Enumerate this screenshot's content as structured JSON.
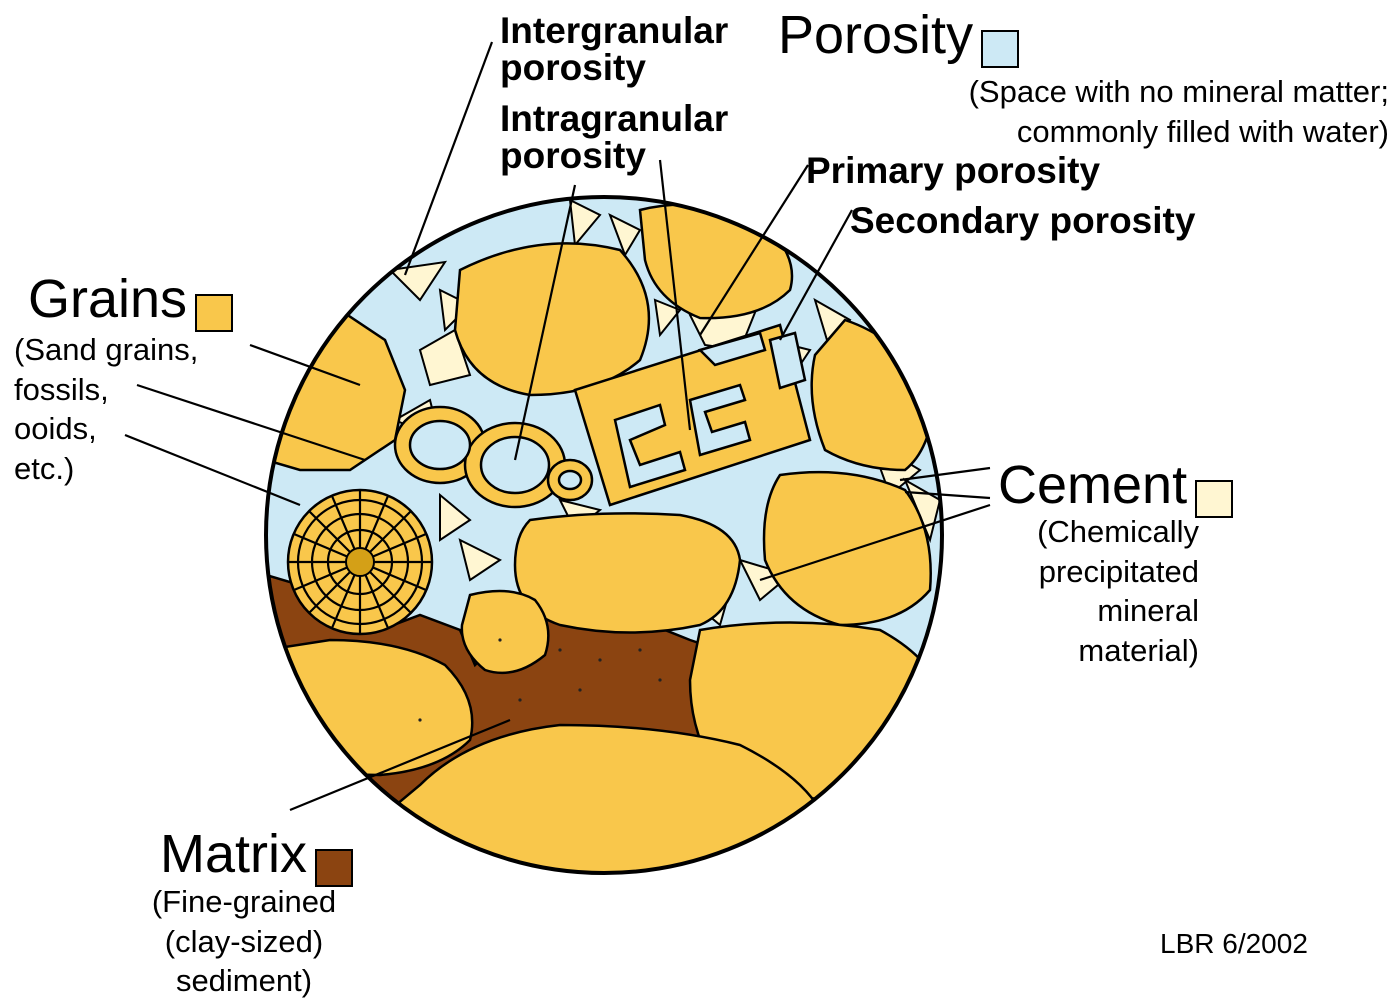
{
  "colors": {
    "grain": "#f9c74b",
    "porosity": "#cde9f5",
    "cement": "#fff6d2",
    "matrix": "#8b4411",
    "outline": "#000000"
  },
  "labels": {
    "intergranular": [
      "Intergranular",
      "porosity"
    ],
    "intragranular": [
      "Intragranular",
      "porosity"
    ],
    "primary": "Primary porosity",
    "secondary": "Secondary porosity",
    "porosity": {
      "title": "Porosity",
      "desc": [
        "(Space with no mineral matter;",
        "commonly filled with water)"
      ]
    },
    "grains": {
      "title": "Grains",
      "desc": [
        "(Sand grains,",
        "fossils,",
        "ooids,",
        "etc.)"
      ]
    },
    "cement": {
      "title": "Cement",
      "desc": [
        "(Chemically",
        "precipitated",
        "mineral",
        "material)"
      ]
    },
    "matrix": {
      "title": "Matrix",
      "desc": [
        "(Fine-grained",
        "(clay-sized)",
        "sediment)"
      ]
    },
    "credit": "LBR 6/2002"
  }
}
